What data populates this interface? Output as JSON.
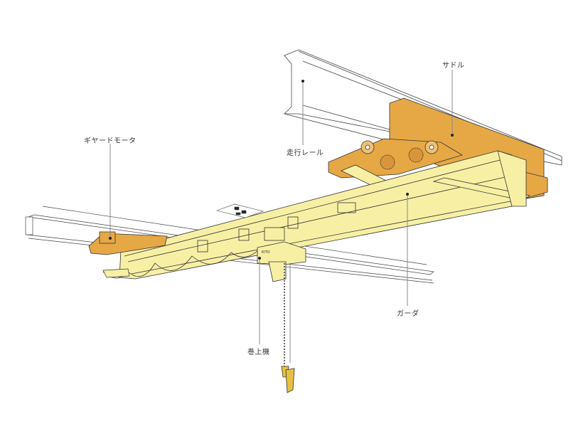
{
  "labels": {
    "saddle": "サドル",
    "geared_motor": "ギヤードモータ",
    "running_rail": "走行レール",
    "girder": "ガーダ",
    "hoist": "巻上機"
  },
  "logo_text": "KITO",
  "colors": {
    "girder": "#f7f0a4",
    "saddle": "#e6a845",
    "outline": "#333333",
    "leader": "#888888"
  }
}
